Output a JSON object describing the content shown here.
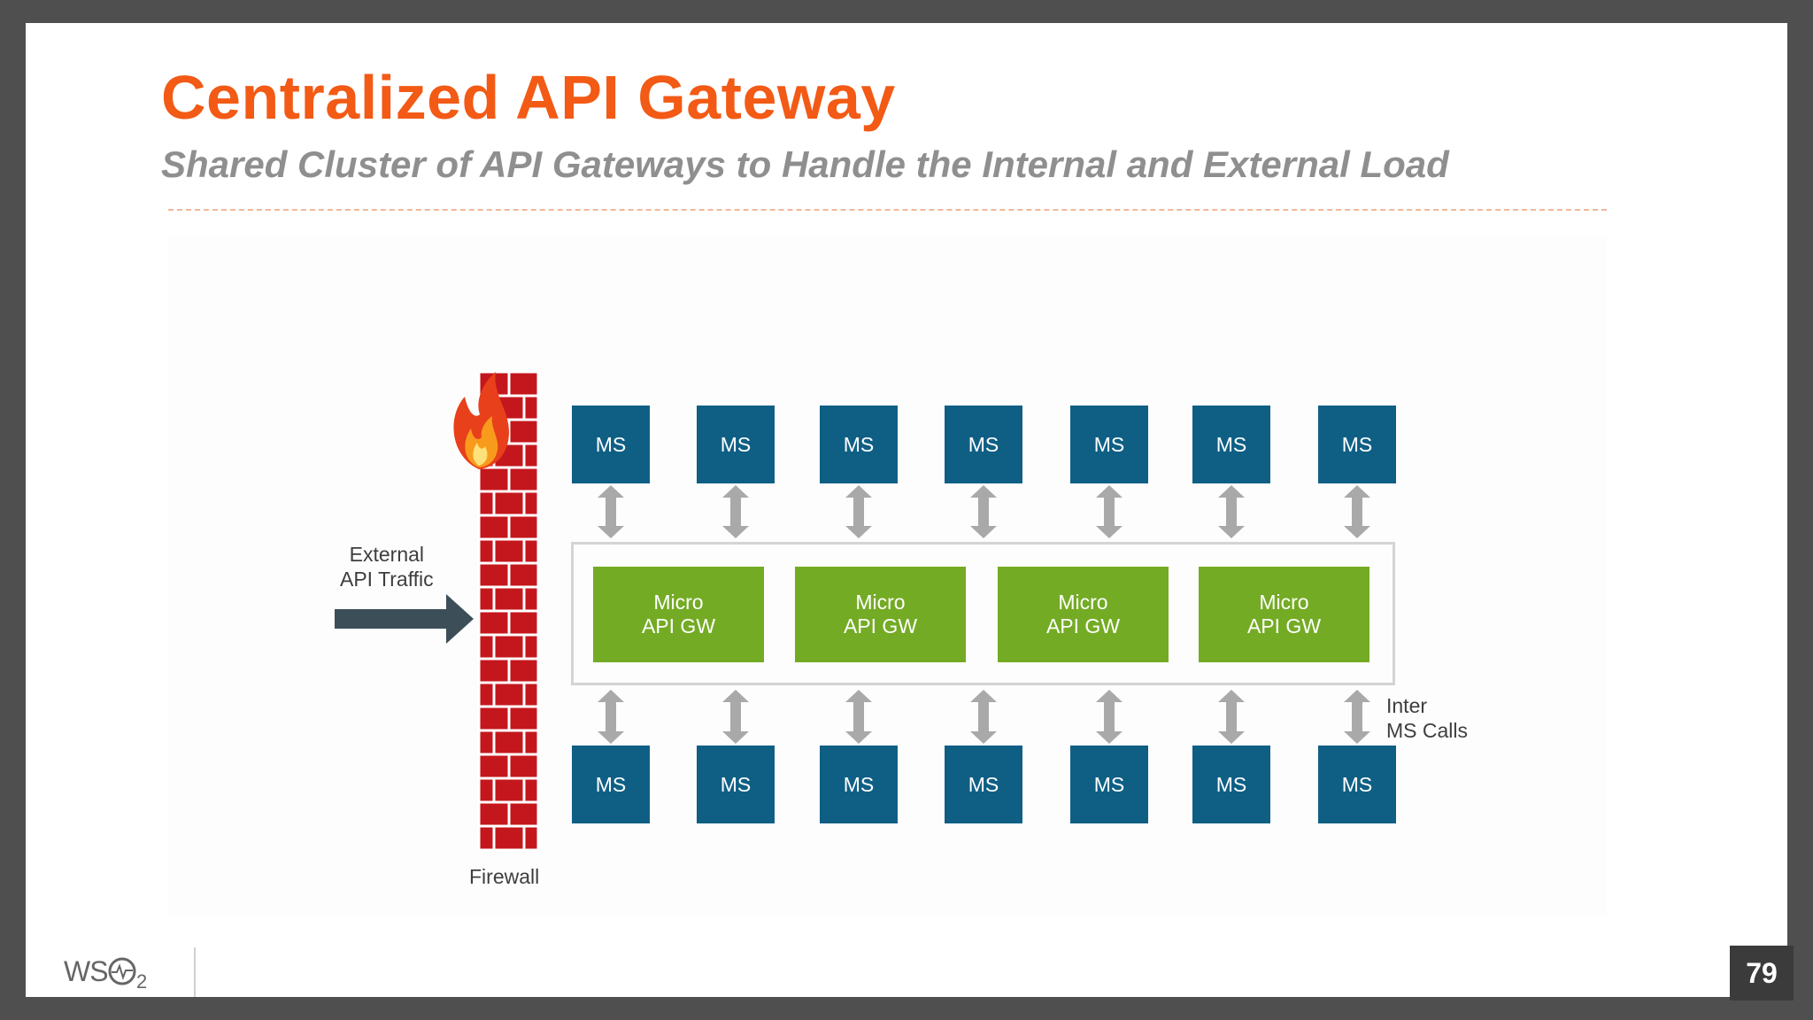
{
  "slide": {
    "title": "Centralized API Gateway",
    "subtitle": "Shared Cluster of API Gateways to Handle the Internal and External Load",
    "page_number": "79",
    "logo": "WSO2"
  },
  "diagram": {
    "external_traffic_label": [
      "External",
      "API Traffic"
    ],
    "firewall_label": "Firewall",
    "inter_ms_label": [
      "Inter",
      "MS Calls"
    ],
    "top_services": [
      "MS",
      "MS",
      "MS",
      "MS",
      "MS",
      "MS",
      "MS"
    ],
    "bottom_services": [
      "MS",
      "MS",
      "MS",
      "MS",
      "MS",
      "MS",
      "MS"
    ],
    "gateways": [
      {
        "line1": "Micro",
        "line2": "API GW"
      },
      {
        "line1": "Micro",
        "line2": "API GW"
      },
      {
        "line1": "Micro",
        "line2": "API GW"
      },
      {
        "line1": "Micro",
        "line2": "API GW"
      }
    ],
    "icons": {
      "firewall": "brick-wall",
      "fire": "fire-icon",
      "traffic_arrow": "right-arrow-icon"
    }
  },
  "colors": {
    "title": "#f25a15",
    "ms_box": "#0f5f85",
    "gateway_box": "#74ab24",
    "firewall": "#c4171d",
    "connector_arrows": "#a9a9a9",
    "traffic_arrow": "#3c4e58"
  }
}
